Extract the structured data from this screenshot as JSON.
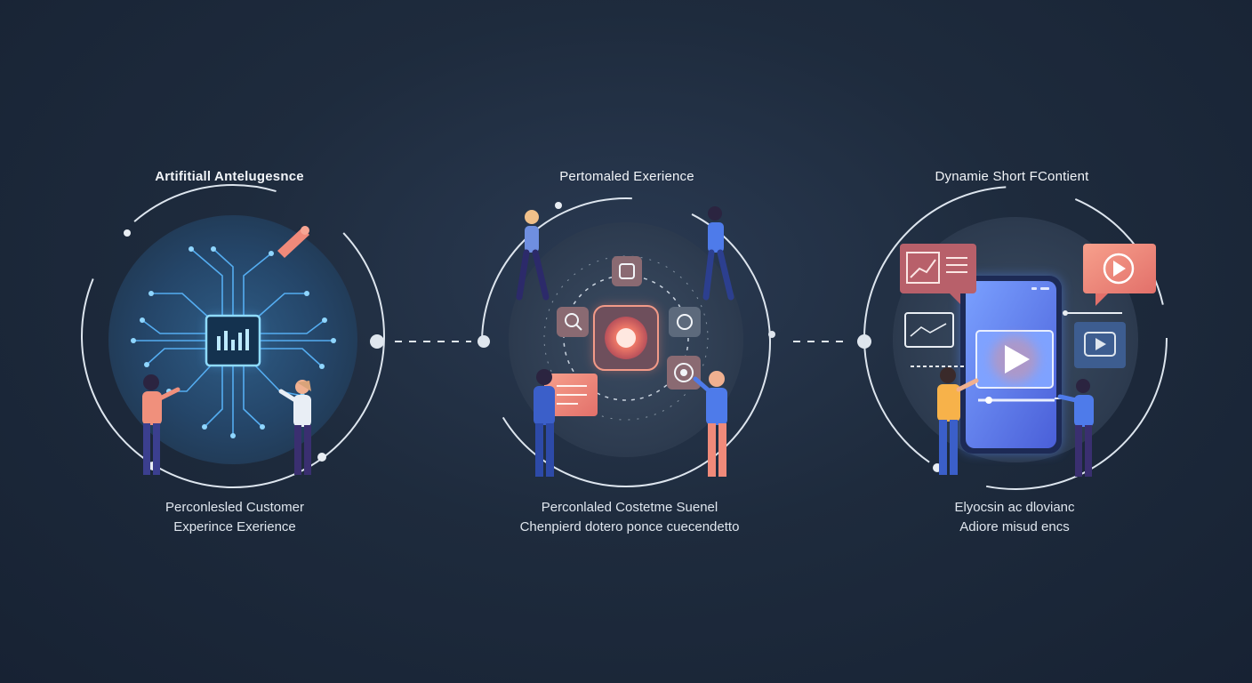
{
  "panels": [
    {
      "title": "Artifitiall Antelugesnce",
      "caption": [
        "Perconlesled Customer",
        "Experince Exerience"
      ]
    },
    {
      "title": "Pertomaled Exerience",
      "caption": [
        "Perconlaled Costetme Suenel",
        "Chenpierd dotero ponce cuecendetto"
      ]
    },
    {
      "title": "Dynamie Short FContient",
      "caption": [
        "Elyocsin ac dlovianc",
        "Adiore misud encs"
      ]
    }
  ],
  "icons": {
    "panel1": [
      "circuit-chip-icon",
      "bar-chart-icon",
      "pen-icon"
    ],
    "panel2": [
      "record-target-icon",
      "search-icon",
      "square-icon",
      "circle-icon",
      "target-icon",
      "chat-bubble-icon"
    ],
    "panel3": [
      "smartphone-icon",
      "play-icon",
      "line-chart-icon",
      "document-icon",
      "video-icon"
    ]
  },
  "colors": {
    "background": "#1e2b3d",
    "accent_coral": "#f08a7a",
    "accent_blue": "#4f7ff0",
    "circuit_blue": "#5ab8ff",
    "ring": "#d9e2ec"
  }
}
